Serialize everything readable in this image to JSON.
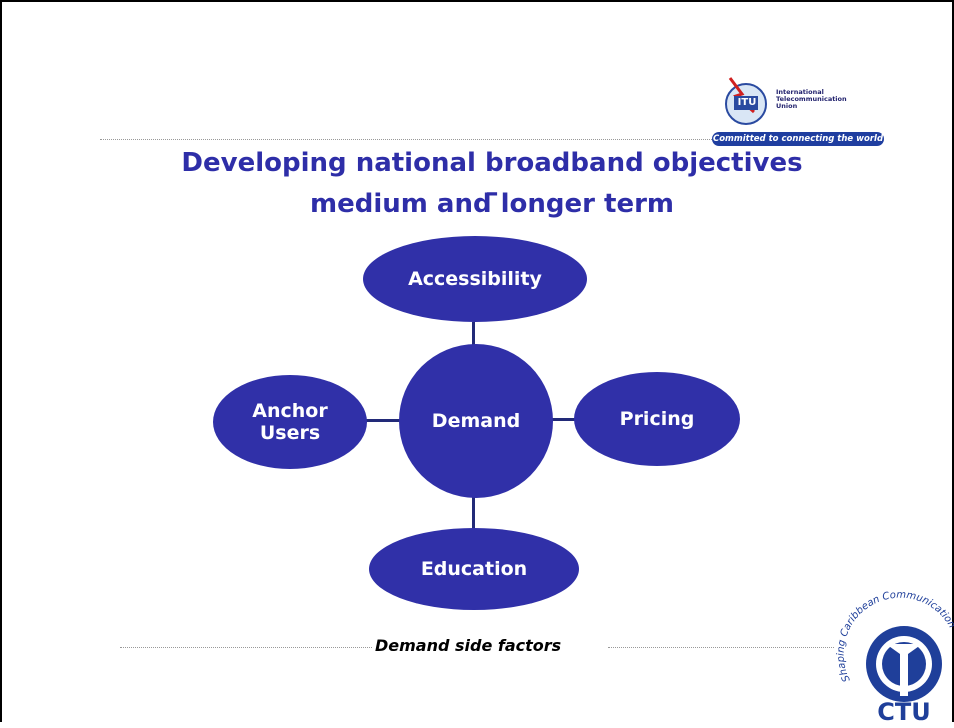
{
  "title": {
    "line1": "Developing national broadband objectives –",
    "line2": "medium and longer term"
  },
  "diagram": {
    "center": "Demand",
    "top": "Accessibility",
    "left_line1": "Anchor",
    "left_line2": "Users",
    "right": "Pricing",
    "bottom": "Education"
  },
  "caption": "Demand side factors",
  "itu_logo": {
    "mark": "ITU",
    "name_line1": "International",
    "name_line2": "Telecommunication",
    "name_line3": "Union",
    "tagline": "Committed to connecting the world"
  },
  "ctu_logo": {
    "arc_text": "Shaping Caribbean Communications",
    "mark": "CTU"
  },
  "colors": {
    "node_fill": "#3030a8",
    "title": "#2e2ea8",
    "connector": "#222a78"
  }
}
